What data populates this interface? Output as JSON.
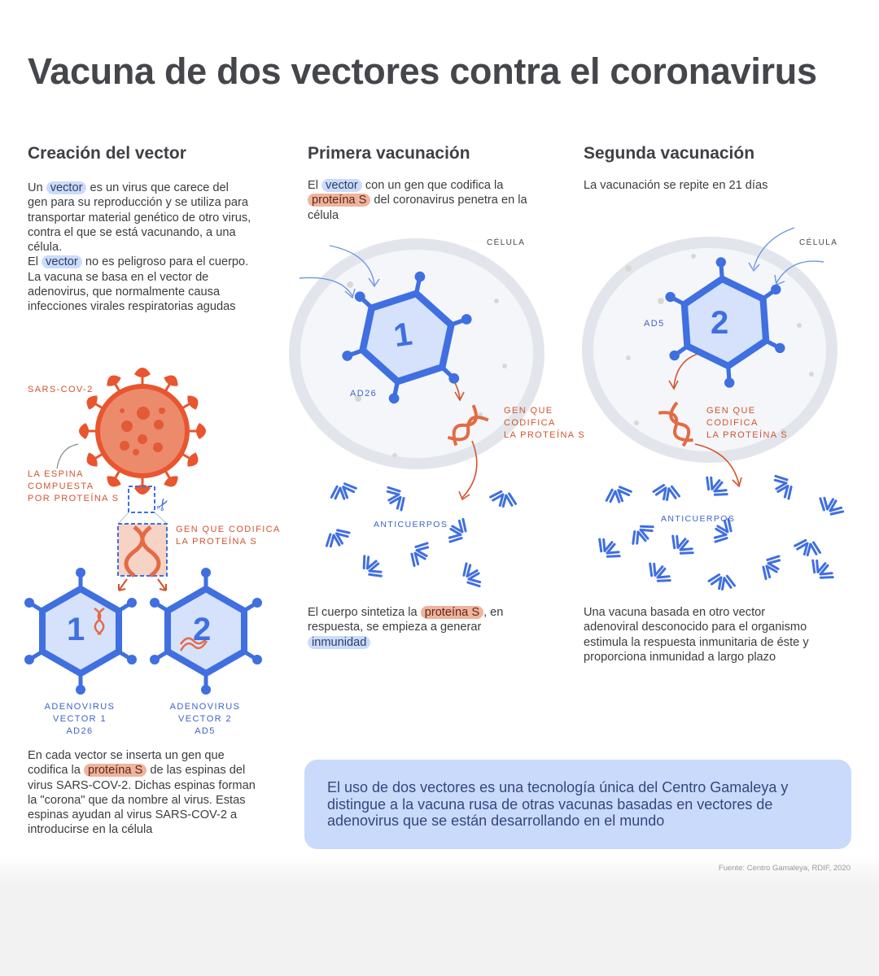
{
  "title": "Vacuna de dos vectores contra el coronavirus",
  "colors": {
    "title": "#45464b",
    "virus_red": "#e8552e",
    "vector_blue": "#3f6fe0",
    "vector_fill": "#d6e2fb",
    "cell_border": "#e2e6ec",
    "highlight_blue": "#cbdcfb",
    "highlight_red": "#f0b39d",
    "callout_bg": "#c9dafb",
    "callout_text": "#34477e"
  },
  "columns": {
    "creation": {
      "heading": "Creación del vector",
      "intro": {
        "t1": "Un ",
        "hl1": "vector",
        "t2": " es un virus que carece del gen para su reproducción y se utiliza para transportar material genético de otro virus, contra el que se está vacunando, a una célula.",
        "t3": "El ",
        "hl2": "vector",
        "t4": " no es peligroso para el cuerpo. La vacuna se basa en el vector de adenovirus, que normalmente causa infecciones virales respiratorias agudas"
      },
      "labels": {
        "sars": "SARS-COV-2",
        "spine_1": "LA ESPINA",
        "spine_2": "COMPUESTA",
        "spine_3": "POR PROTEÍNA S",
        "gene_1": "GEN QUE CODIFICA",
        "gene_2": "LA PROTEÍNA S",
        "vec1_1": "ADENOVIRUS",
        "vec1_2": "VECTOR 1",
        "vec1_3": "AD26",
        "vec2_1": "ADENOVIRUS",
        "vec2_2": "VECTOR 2",
        "vec2_3": "AD5",
        "num1": "1",
        "num2": "2"
      },
      "outro": {
        "t1": "En cada vector se inserta un gen que codifica la ",
        "hl1": "proteína S",
        "t2": " de las espinas del virus SARS-COV-2. Dichas espinas forman la \"corona\" que da nombre al virus. Estas espinas ayudan al virus SARS-COV-2 a introducirse en la célula"
      }
    },
    "first": {
      "heading": "Primera vacunación",
      "intro": {
        "t1": "El ",
        "hl1": "vector",
        "t2": " con un gen que codifica la ",
        "hl2": "proteína S",
        "t3": " del coronavirus penetra en la célula"
      },
      "labels": {
        "cell": "CÉLULA",
        "vector": "AD26",
        "num": "1",
        "gene_1": "GEN QUE",
        "gene_2": "CODIFICA",
        "gene_3": "LA PROTEÍNA S",
        "antibodies": "ANTICUERPOS"
      },
      "outro": {
        "t1": "El cuerpo sintetiza la ",
        "hl1": "proteína S",
        "t2": ", en respuesta, se empieza a generar ",
        "hl2": "inmunidad"
      }
    },
    "second": {
      "heading": "Segunda vacunación",
      "intro": "La vacunación se repite en 21 días",
      "labels": {
        "cell": "CÉLULA",
        "vector": "AD5",
        "num": "2",
        "gene_1": "GEN QUE",
        "gene_2": "CODIFICA",
        "gene_3": "LA PROTEÍNA S",
        "antibodies": "ANTICUERPOS"
      },
      "outro": "Una vacuna basada en otro vector adenoviral desconocido para el organismo estimula la respuesta inmunitaria de éste y proporciona inmunidad a largo plazo"
    }
  },
  "callout": "El uso de dos vectores es una tecnología única del Centro Gamaleya y distingue a la vacuna rusa de otras vacunas basadas en vectores de adenovirus que se están desarrollando en el mundo",
  "source": "Fuente: Centro Gamaleya, RDIF, 2020"
}
